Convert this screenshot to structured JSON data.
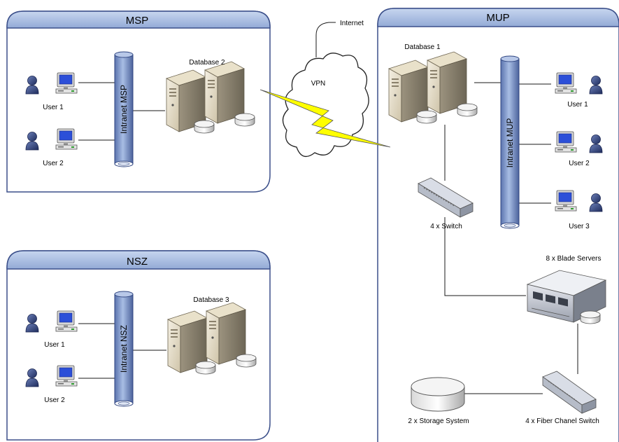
{
  "panels": {
    "msp": {
      "title": "MSP"
    },
    "nsz": {
      "title": "NSZ"
    },
    "mup": {
      "title": "MUP"
    }
  },
  "msp": {
    "users": [
      "User 1",
      "User 2"
    ],
    "intranet": "Intranet MSP",
    "database": "Database 2"
  },
  "nsz": {
    "users": [
      "User 1",
      "User 2"
    ],
    "intranet": "Intranet NSZ",
    "database": "Database 3"
  },
  "mup": {
    "database": "Database 1",
    "intranet": "Intranet MUP",
    "users": [
      "User 1",
      "User 2",
      "User 3"
    ],
    "switch": "4 x Switch",
    "blades": "8 x Blade Servers",
    "storage": "2 x Storage System",
    "fc_switch": "4 x Fiber Chanel Switch"
  },
  "cloud": {
    "label": "VPN",
    "internet": "Internet"
  },
  "colors": {
    "panel_header": "#a8bde0",
    "panel_border": "#3b4f8a",
    "pipe": "#7d95c9",
    "vpn_bolt": "#ffff00",
    "screen": "#2c4fd8"
  }
}
